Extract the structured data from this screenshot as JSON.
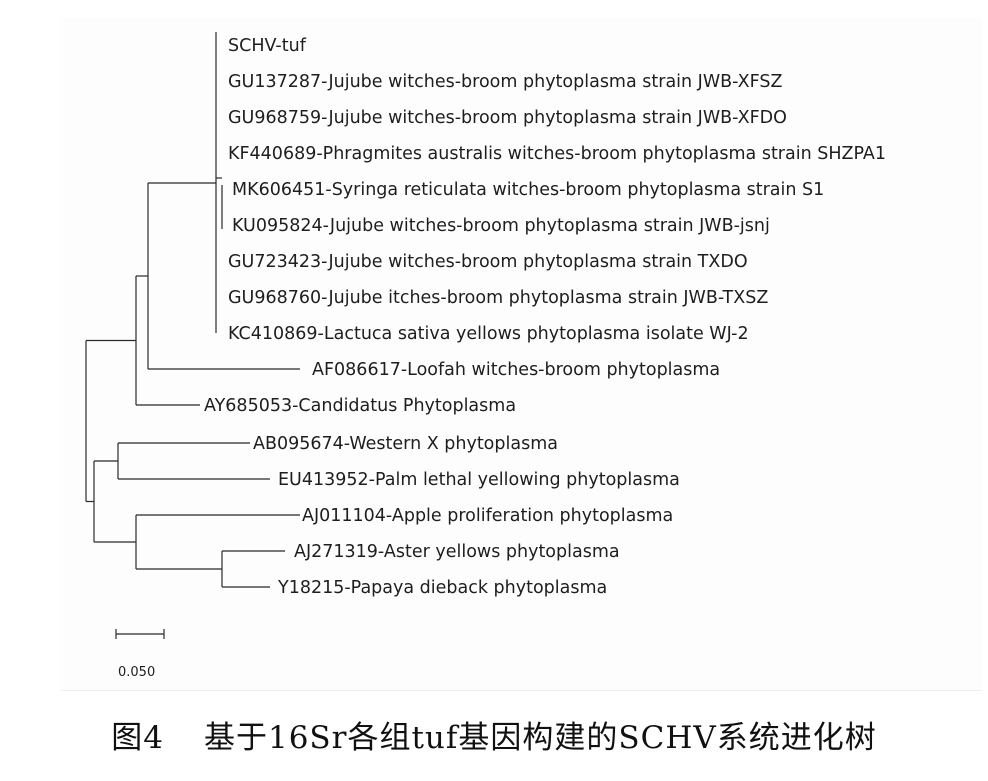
{
  "tree": {
    "leaves": [
      {
        "id": "schv",
        "label": "SCHV-tuf"
      },
      {
        "id": "gu137287",
        "label": "GU137287-Jujube witches-broom phytoplasma strain JWB-XFSZ"
      },
      {
        "id": "gu968759",
        "label": "GU968759-Jujube witches-broom phytoplasma strain JWB-XFDO"
      },
      {
        "id": "kf440689",
        "label": "KF440689-Phragmites australis witches-broom phytoplasma strain SHZPA1"
      },
      {
        "id": "mk606451",
        "label": "MK606451-Syringa reticulata witches-broom phytoplasma strain S1"
      },
      {
        "id": "ku095824",
        "label": "KU095824-Jujube witches-broom phytoplasma strain JWB-jsnj"
      },
      {
        "id": "gu723423",
        "label": "GU723423-Jujube witches-broom phytoplasma strain TXDO"
      },
      {
        "id": "gu968760",
        "label": "GU968760-Jujube itches-broom phytoplasma strain JWB-TXSZ"
      },
      {
        "id": "kc410869",
        "label": "KC410869-Lactuca sativa yellows phytoplasma isolate WJ-2"
      },
      {
        "id": "af086617",
        "label": "AF086617-Loofah witches-broom phytoplasma"
      },
      {
        "id": "ay685053",
        "label": "AY685053-Candidatus Phytoplasma"
      },
      {
        "id": "ab095674",
        "label": "AB095674-Western X phytoplasma"
      },
      {
        "id": "eu413952",
        "label": "EU413952-Palm lethal yellowing phytoplasma"
      },
      {
        "id": "aj011104",
        "label": "AJ011104-Apple proliferation phytoplasma"
      },
      {
        "id": "aj271319",
        "label": "AJ271319-Aster yellows phytoplasma"
      },
      {
        "id": "y18215",
        "label": "Y18215-Papaya dieback phytoplasma"
      }
    ],
    "scale_bar": {
      "label": "0.050",
      "length": 0.05
    }
  },
  "caption": {
    "figure_number": "图4",
    "text": "基于16Sr各组tuf基因构建的SCHV系统进化树"
  }
}
